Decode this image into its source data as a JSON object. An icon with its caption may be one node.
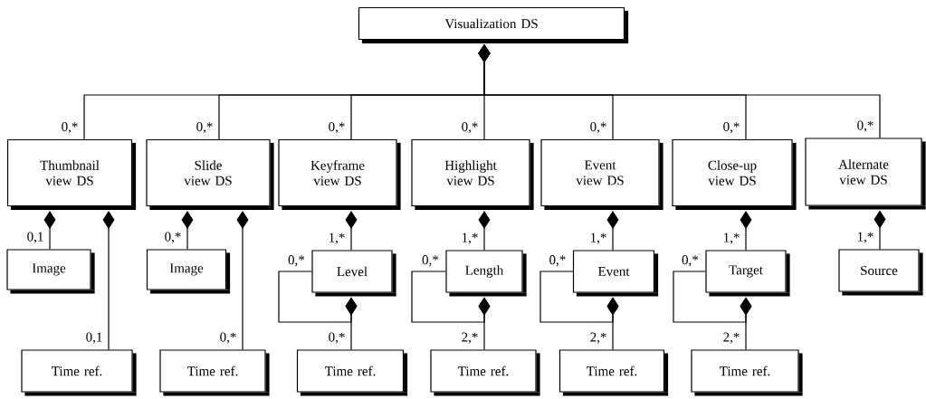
{
  "diagram": {
    "nodes": [
      {
        "text": [
          "Visualization DS"
        ]
      },
      {
        "text": [
          "Thumbnail view DS"
        ]
      },
      {
        "text": [
          "Slide view DS"
        ]
      },
      {
        "text": [
          "Keyframe view DS"
        ]
      },
      {
        "text": [
          "Highlight view DS"
        ]
      },
      {
        "text": [
          "Event view DS"
        ]
      },
      {
        "text": [
          "Close-up view DS"
        ]
      },
      {
        "text": [
          "Alternate view DS"
        ]
      },
      {
        "text": [
          "Image"
        ]
      },
      {
        "text": [
          "Image"
        ]
      },
      {
        "text": [
          "Level"
        ]
      },
      {
        "text": [
          "Length"
        ]
      },
      {
        "text": [
          "Event"
        ]
      },
      {
        "text": [
          "Target"
        ]
      },
      {
        "text": [
          "Source"
        ]
      },
      {
        "text": [
          "Time ref."
        ]
      },
      {
        "text": [
          "Time ref."
        ]
      },
      {
        "text": [
          "Time ref."
        ]
      },
      {
        "text": [
          "Time ref."
        ]
      },
      {
        "text": [
          "Time ref."
        ]
      },
      {
        "text": [
          "Time ref."
        ]
      }
    ],
    "edges": [
      {
        "from": 0,
        "to": 1,
        "arrow": "other",
        "label": "0,*"
      },
      {
        "from": 0,
        "to": 2,
        "arrow": "other",
        "label": "0,*"
      },
      {
        "from": 0,
        "to": 3,
        "arrow": "other",
        "label": "0,*"
      },
      {
        "from": 0,
        "to": 4,
        "arrow": "other",
        "label": "0,*"
      },
      {
        "from": 0,
        "to": 5,
        "arrow": "other",
        "label": "0,*"
      },
      {
        "from": 0,
        "to": 6,
        "arrow": "other",
        "label": "0,*"
      },
      {
        "from": 0,
        "to": 7,
        "arrow": "other",
        "label": "0,*"
      },
      {
        "from": 1,
        "to": 8,
        "arrow": "other",
        "label": "0,1"
      },
      {
        "from": 1,
        "to": 15,
        "arrow": "other",
        "label": "0,1"
      },
      {
        "from": 2,
        "to": 9,
        "arrow": "other",
        "label": "0,*"
      },
      {
        "from": 2,
        "to": 16,
        "arrow": "other",
        "label": "0,*"
      },
      {
        "from": 3,
        "to": 10,
        "arrow": "other",
        "label": "1,*"
      },
      {
        "from": 10,
        "to": 10,
        "arrow": "other",
        "label": "0,*"
      },
      {
        "from": 10,
        "to": 17,
        "arrow": "other",
        "label": "0,*"
      },
      {
        "from": 4,
        "to": 11,
        "arrow": "other",
        "label": "1,*"
      },
      {
        "from": 11,
        "to": 11,
        "arrow": "other",
        "label": "0,*"
      },
      {
        "from": 11,
        "to": 18,
        "arrow": "other",
        "label": "2,*"
      },
      {
        "from": 5,
        "to": 12,
        "arrow": "other",
        "label": "1,*"
      },
      {
        "from": 12,
        "to": 12,
        "arrow": "other",
        "label": "0,*"
      },
      {
        "from": 12,
        "to": 19,
        "arrow": "other",
        "label": "2,*"
      },
      {
        "from": 6,
        "to": 13,
        "arrow": "other",
        "label": "1,*"
      },
      {
        "from": 13,
        "to": 13,
        "arrow": "other",
        "label": "0,*"
      },
      {
        "from": 13,
        "to": 20,
        "arrow": "other",
        "label": "2,*"
      },
      {
        "from": 7,
        "to": 14,
        "arrow": "other",
        "label": "1,*"
      }
    ]
  }
}
